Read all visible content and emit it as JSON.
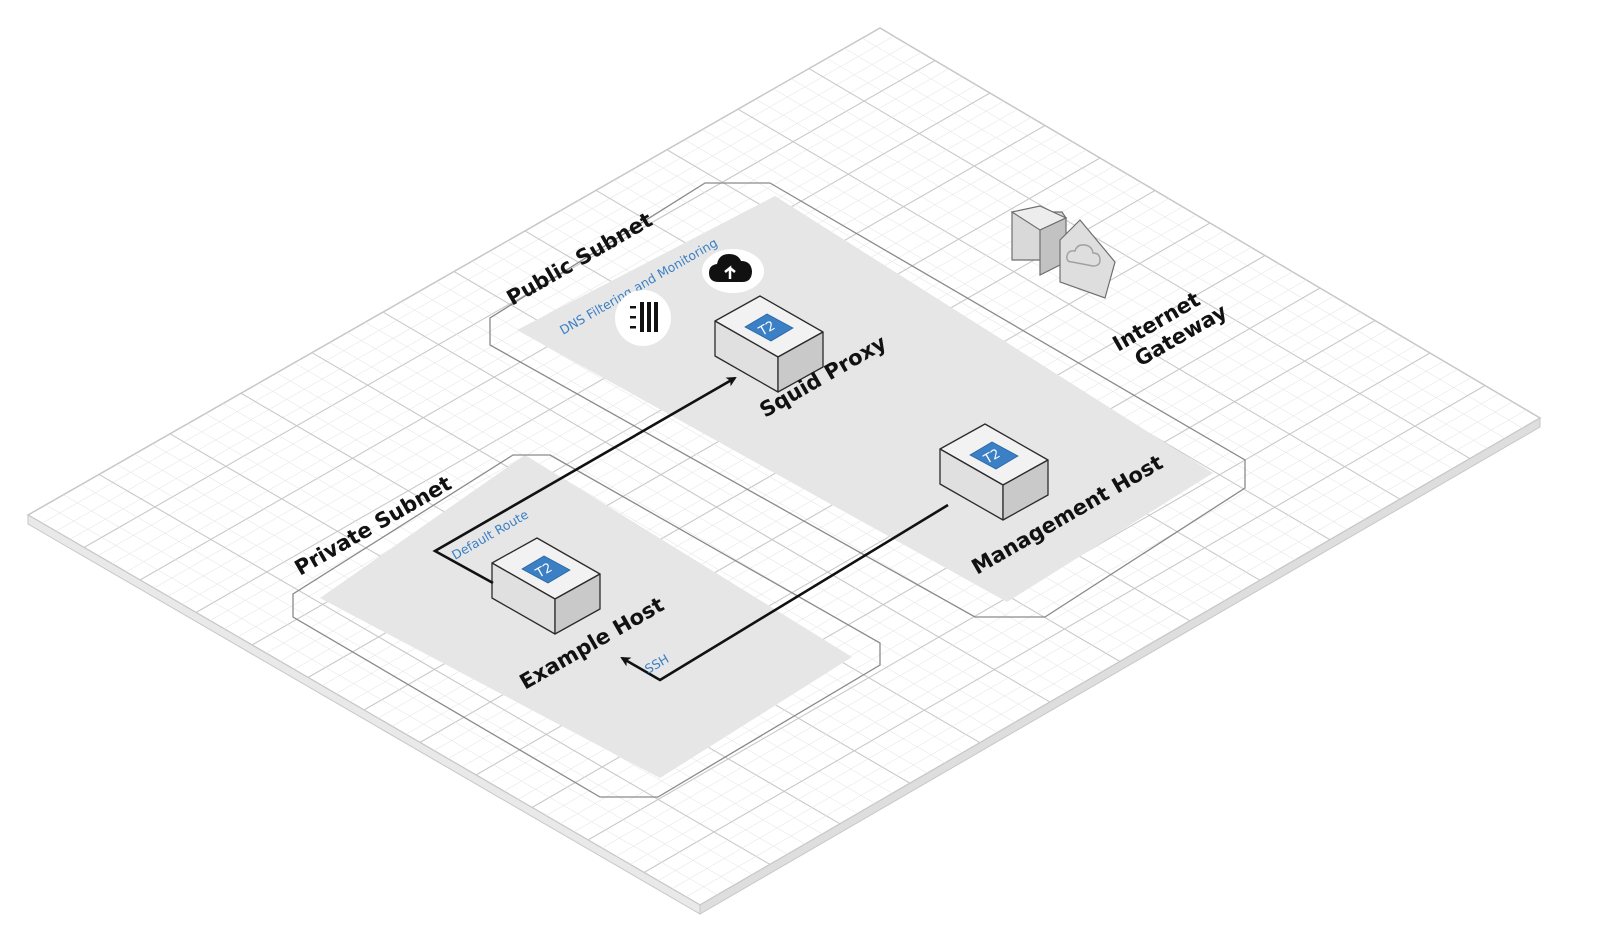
{
  "diagram": {
    "zones": {
      "public_subnet": "Public Subnet",
      "private_subnet": "Private Subnet"
    },
    "nodes": {
      "squid_proxy": {
        "label": "Squid Proxy",
        "badge": "T2"
      },
      "management_host": {
        "label": "Management Host",
        "badge": "T2"
      },
      "example_host": {
        "label": "Example Host",
        "badge": "T2"
      },
      "internet_gateway": {
        "line1": "Internet",
        "line2": "Gateway"
      }
    },
    "annotations": {
      "dns": "DNS Filtering and Monitoring",
      "default_route": "Default Route",
      "ssh": "SSH"
    },
    "icons": {
      "cloud_upload": "cloud-upload-icon",
      "numbered_list": "numbered-list-icon",
      "gateway": "internet-gateway-icon"
    }
  }
}
